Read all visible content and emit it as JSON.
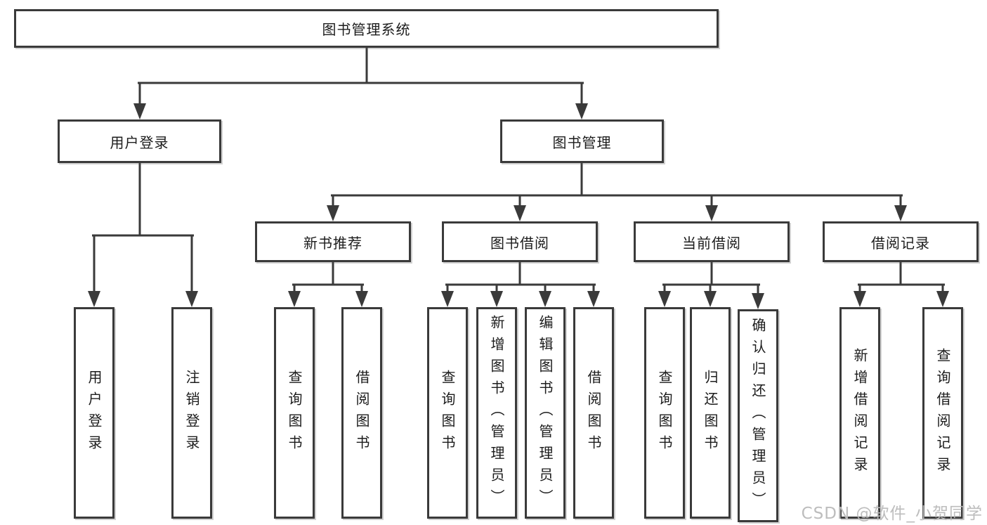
{
  "diagram_title": "图书管理系统",
  "tree": {
    "root": {
      "label": "图书管理系统"
    },
    "branches": [
      {
        "label": "用户登录",
        "children": [
          "用户登录",
          "注销登录"
        ]
      },
      {
        "label": "图书管理",
        "children": [
          {
            "label": "新书推荐",
            "children": [
              "查询图书",
              "借阅图书"
            ]
          },
          {
            "label": "图书借阅",
            "children": [
              "查询图书",
              "新增图书（管理员）",
              "编辑图书（管理员）",
              "借阅图书"
            ]
          },
          {
            "label": "当前借阅",
            "children": [
              "查询图书",
              "归还图书",
              "确认归还（管理员）"
            ]
          },
          {
            "label": "借阅记录",
            "children": [
              "新增借阅记录",
              "查询借阅记录"
            ]
          }
        ]
      }
    ]
  },
  "watermark": "CSDN @软件_小贺同学",
  "colors": {
    "line": "#3a3a3a",
    "text": "#1c1c1c",
    "background": "#ffffff",
    "watermark": "#b9b9b9"
  }
}
